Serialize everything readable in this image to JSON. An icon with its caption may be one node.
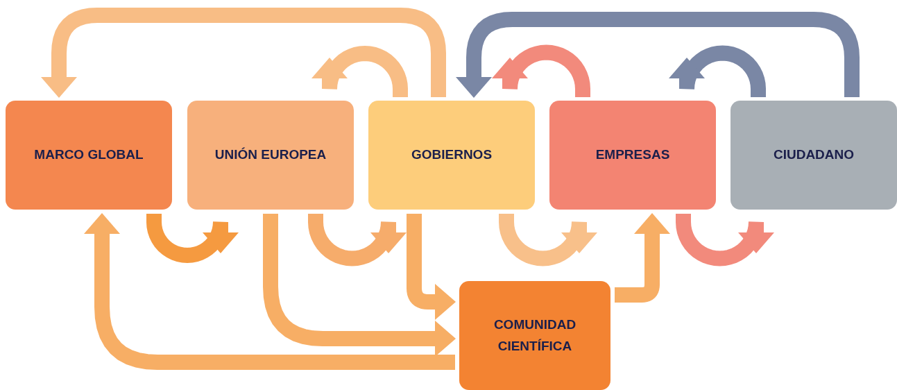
{
  "diagram": {
    "nodes": [
      {
        "text": [
          "MARCO GLOBAL"
        ]
      },
      {
        "text": [
          "UNIÓN EUROPEA"
        ]
      },
      {
        "text": [
          "GOBIERNOS"
        ]
      },
      {
        "text": [
          "EMPRESAS"
        ]
      },
      {
        "text": [
          "CIUDADANO"
        ]
      },
      {
        "text": [
          "COMUNIDAD CIENTÍFICA"
        ]
      }
    ],
    "edges": [
      {
        "from": 2,
        "to": 0,
        "arrow": "to",
        "color": "#f8bd85"
      },
      {
        "from": 2,
        "to": 1,
        "arrow": "to",
        "color": "#f8bd85"
      },
      {
        "from": 4,
        "to": 2,
        "arrow": "to",
        "color": "#7a87a5"
      },
      {
        "from": 3,
        "to": 2,
        "arrow": "to",
        "color": "#f28a7c"
      },
      {
        "from": 4,
        "to": 3,
        "arrow": "to",
        "color": "#7a87a5"
      },
      {
        "from": 0,
        "to": 1,
        "arrow": "to",
        "color": "#f59a40"
      },
      {
        "from": 1,
        "to": 2,
        "arrow": "to",
        "color": "#f6ac6b"
      },
      {
        "from": 2,
        "to": 3,
        "arrow": "to",
        "color": "#f8c08a"
      },
      {
        "from": 3,
        "to": 4,
        "arrow": "to",
        "color": "#f28a7c"
      },
      {
        "from": 1,
        "to": 5,
        "arrow": "to",
        "color": "#f7ae65"
      },
      {
        "from": 2,
        "to": 5,
        "arrow": "to",
        "color": "#f7ae65"
      },
      {
        "from": 5,
        "to": 3,
        "arrow": "to",
        "color": "#f7ae65"
      },
      {
        "from": 5,
        "to": 0,
        "arrow": "to",
        "color": "#f7ae65"
      }
    ]
  }
}
